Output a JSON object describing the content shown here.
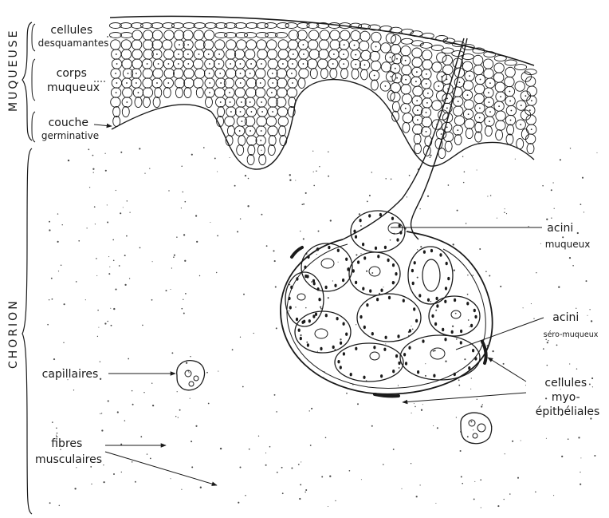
{
  "regions": {
    "muqueuse": "MUQUEUSE",
    "chorion": "CHORION"
  },
  "labels": {
    "cellules_desquamantes": [
      "cellules",
      "desquamantes"
    ],
    "corps_muqueux": [
      "corps",
      "muqueux"
    ],
    "couche_germinative": [
      "couche",
      "germinative"
    ],
    "acini_muqueux": [
      "acini",
      "muqueux"
    ],
    "acini_sero_muqueux": [
      "acini",
      "séro-muqueux"
    ],
    "cellules_myoepitheliales": [
      "cellules",
      "myo-",
      "épithéliales"
    ],
    "capillaires": [
      "capillaires"
    ],
    "fibres_musculaires": [
      "fibres",
      "musculaires"
    ]
  }
}
